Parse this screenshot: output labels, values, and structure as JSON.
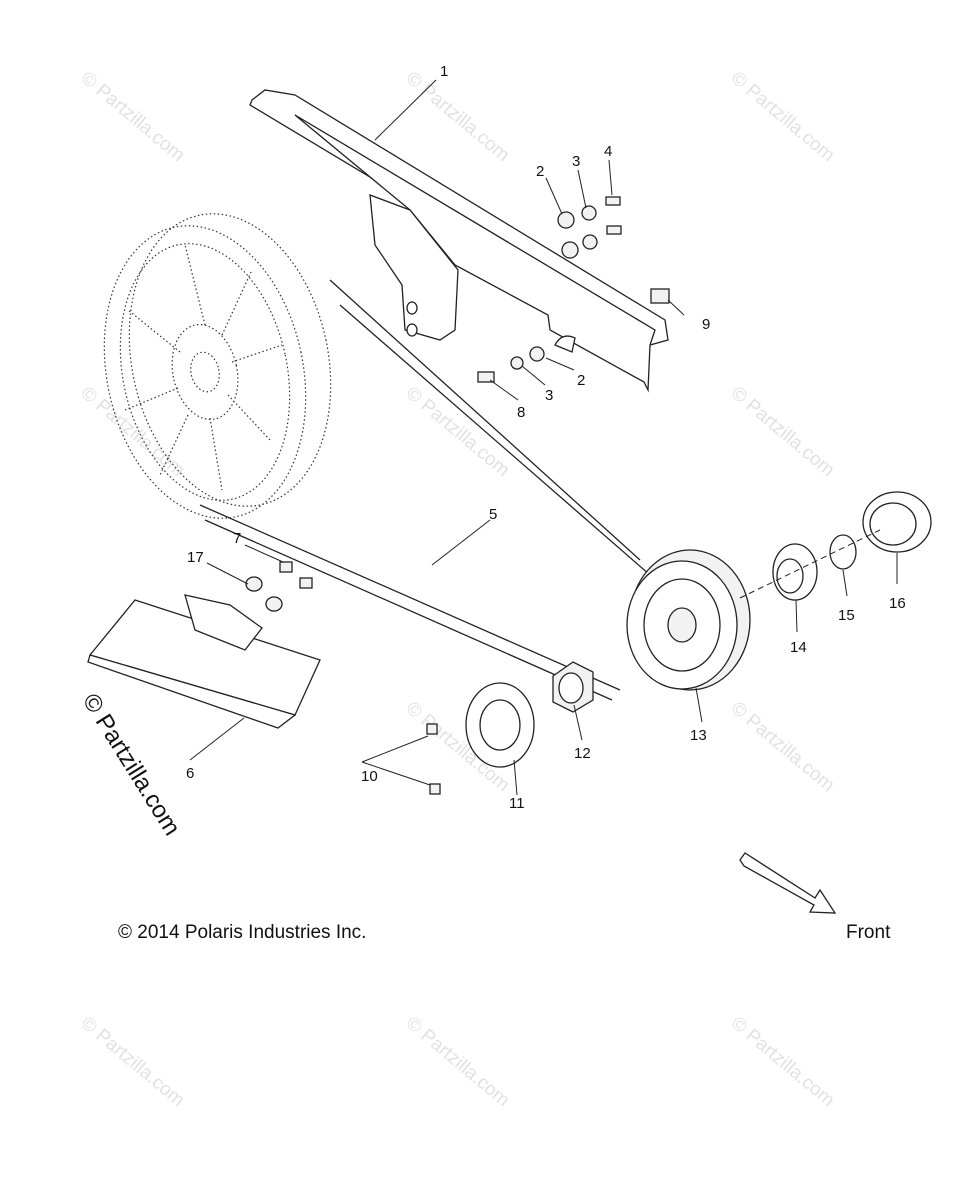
{
  "diagram": {
    "callouts": [
      "1",
      "2",
      "3",
      "4",
      "2",
      "3",
      "8",
      "9",
      "5",
      "7",
      "17",
      "6",
      "10",
      "11",
      "12",
      "13",
      "14",
      "15",
      "16"
    ],
    "copyright": "© 2014 Polaris Industries Inc.",
    "direction_label": "Front",
    "brand": "© Partzilla.com",
    "watermark": "© Partzilla.com"
  }
}
